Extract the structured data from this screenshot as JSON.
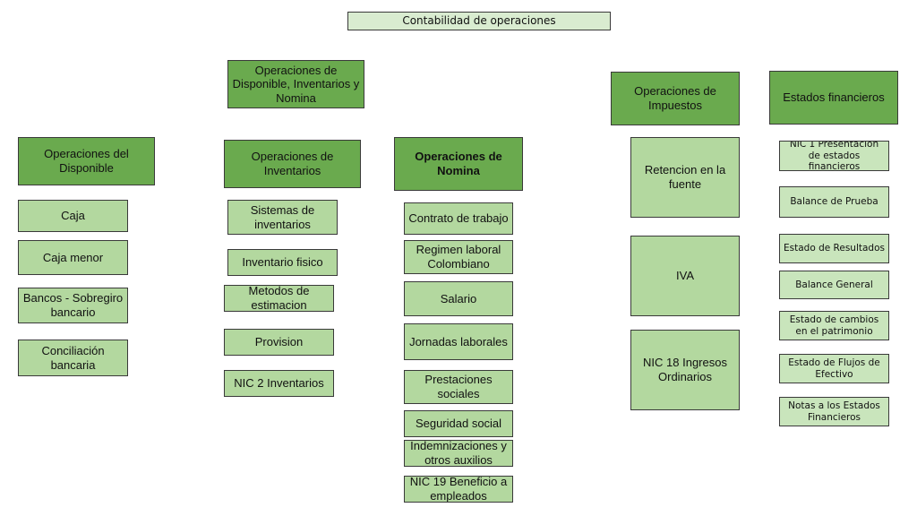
{
  "title": "Contabilidad de operaciones",
  "groups": {
    "disponible_inventarios_nomina": "Operaciones de Disponible, Inventarios y Nomina",
    "impuestos": "Operaciones de Impuestos",
    "estados": "Estados financieros"
  },
  "disponible": {
    "heading": "Operaciones del Disponible",
    "items": [
      "Caja",
      "Caja menor",
      "Bancos - Sobregiro bancario",
      "Conciliación bancaria"
    ]
  },
  "inventarios": {
    "heading": "Operaciones de Inventarios",
    "items": [
      "Sistemas de inventarios",
      "Inventario fisico",
      "Metodos de estimacion",
      "Provision",
      "NIC 2 Inventarios"
    ]
  },
  "nomina": {
    "heading": "Operaciones de Nomina",
    "items": [
      "Contrato de trabajo",
      "Regimen laboral Colombiano",
      "Salario",
      "Jornadas laborales",
      "Prestaciones sociales",
      "Seguridad social",
      "Indemnizaciones y otros auxilios",
      "NIC 19 Beneficio a empleados"
    ]
  },
  "impuestos": {
    "items": [
      "Retencion en la fuente",
      "IVA",
      "NIC 18 Ingresos Ordinarios"
    ]
  },
  "estados": {
    "items": [
      "NIC 1 Presentacion de estados financieros",
      "Balance de Prueba",
      "Estado de Resultados",
      "Balance General",
      "Estado de cambios en el patrimonio",
      "Estado de Flujos de Efectivo",
      "Notas a los Estados Financieros"
    ]
  }
}
